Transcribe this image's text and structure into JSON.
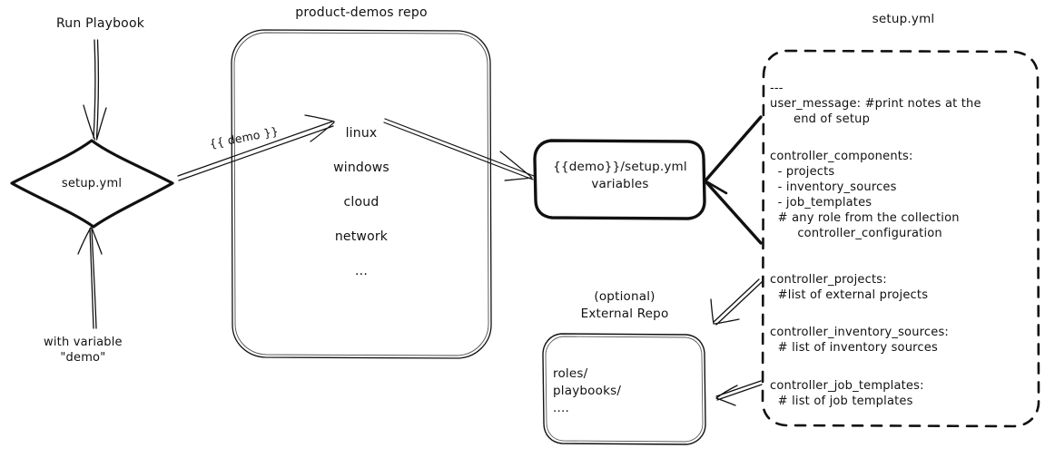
{
  "diagram": {
    "title": "product-demos setup.yml flow",
    "ink_color": "#111111",
    "background": "#ffffff"
  },
  "labels": {
    "run_playbook": "Run Playbook",
    "with_variable": "with variable\n\"demo\"",
    "diamond": "setup.yml",
    "demo_arrow": "{{ demo }}"
  },
  "repo_box": {
    "title": "product-demos repo",
    "items": "linux\nwindows\ncloud\nnetwork\n..."
  },
  "vars_box": {
    "label": "{{demo}}/setup.yml\nvariables"
  },
  "setup_yml_box": {
    "title": "setup.yml",
    "blocks": [
      "---\nuser_message: #print notes at the\n      end of setup",
      "controller_components:\n  - projects\n  - inventory_sources\n  - job_templates\n  # any role from the collection\n       controller_configuration",
      "controller_projects:\n  #list of external projects",
      "controller_inventory_sources:\n  # list of inventory sources",
      "controller_job_templates:\n  # list of job templates"
    ]
  },
  "external_repo": {
    "title": "(optional)\nExternal Repo",
    "items": "roles/\nplaybooks/\n...."
  }
}
